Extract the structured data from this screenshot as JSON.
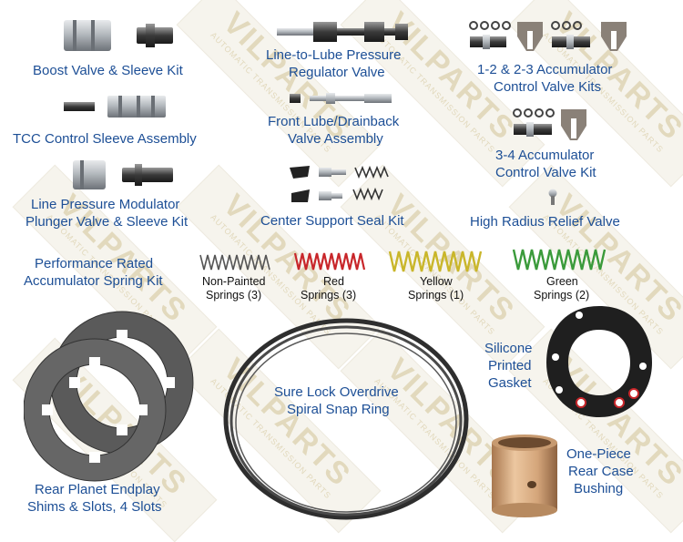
{
  "labels": {
    "boost_valve": "Boost Valve & Sleeve Kit",
    "tcc": "TCC Control Sleeve Assembly",
    "line_pressure_l1": "Line Pressure Modulator",
    "line_pressure_l2": "Plunger Valve & Sleeve Kit",
    "line_to_lube_l1": "Line-to-Lube Pressure",
    "line_to_lube_l2": "Regulator Valve",
    "front_lube_l1": "Front Lube/Drainback",
    "front_lube_l2": "Valve Assembly",
    "center_support": "Center Support Seal Kit",
    "accum_12_l1": "1-2 & 2-3 Accumulator",
    "accum_12_l2": "Control Valve Kits",
    "accum_34_l1": "3-4 Accumulator",
    "accum_34_l2": "Control Valve Kit",
    "relief": "High Radius Relief Valve",
    "perf_l1": "Performance Rated",
    "perf_l2": "Accumulator Spring Kit",
    "sure_lock_l1": "Sure Lock Overdrive",
    "sure_lock_l2": "Spiral Snap Ring",
    "silicone_l1": "Silicone",
    "silicone_l2": "Printed",
    "silicone_l3": "Gasket",
    "rear_planet_l1": "Rear Planet Endplay",
    "rear_planet_l2": "Shims & Slots, 4 Slots",
    "bushing_l1": "One-Piece",
    "bushing_l2": "Rear Case",
    "bushing_l3": "Bushing"
  },
  "springs": [
    {
      "name_l1": "Non-Painted",
      "name_l2": "Springs (3)",
      "color": "#555555"
    },
    {
      "name_l1": "Red",
      "name_l2": "Springs (3)",
      "color": "#c8262a"
    },
    {
      "name_l1": "Yellow",
      "name_l2": "Springs (1)",
      "color": "#c9b62a"
    },
    {
      "name_l1": "Green",
      "name_l2": "Springs (2)",
      "color": "#3a9a3a"
    }
  ],
  "watermark": {
    "brand": "VILPARTS",
    "tagline": "AUTOMATIC TRANSMISSION PARTS"
  },
  "colors": {
    "label": "#1d4f96",
    "metal": "#9aa0a6",
    "dark_part": "#3a3a3a",
    "shim": "#5a5a5a",
    "bushing": "#d4a57a"
  }
}
